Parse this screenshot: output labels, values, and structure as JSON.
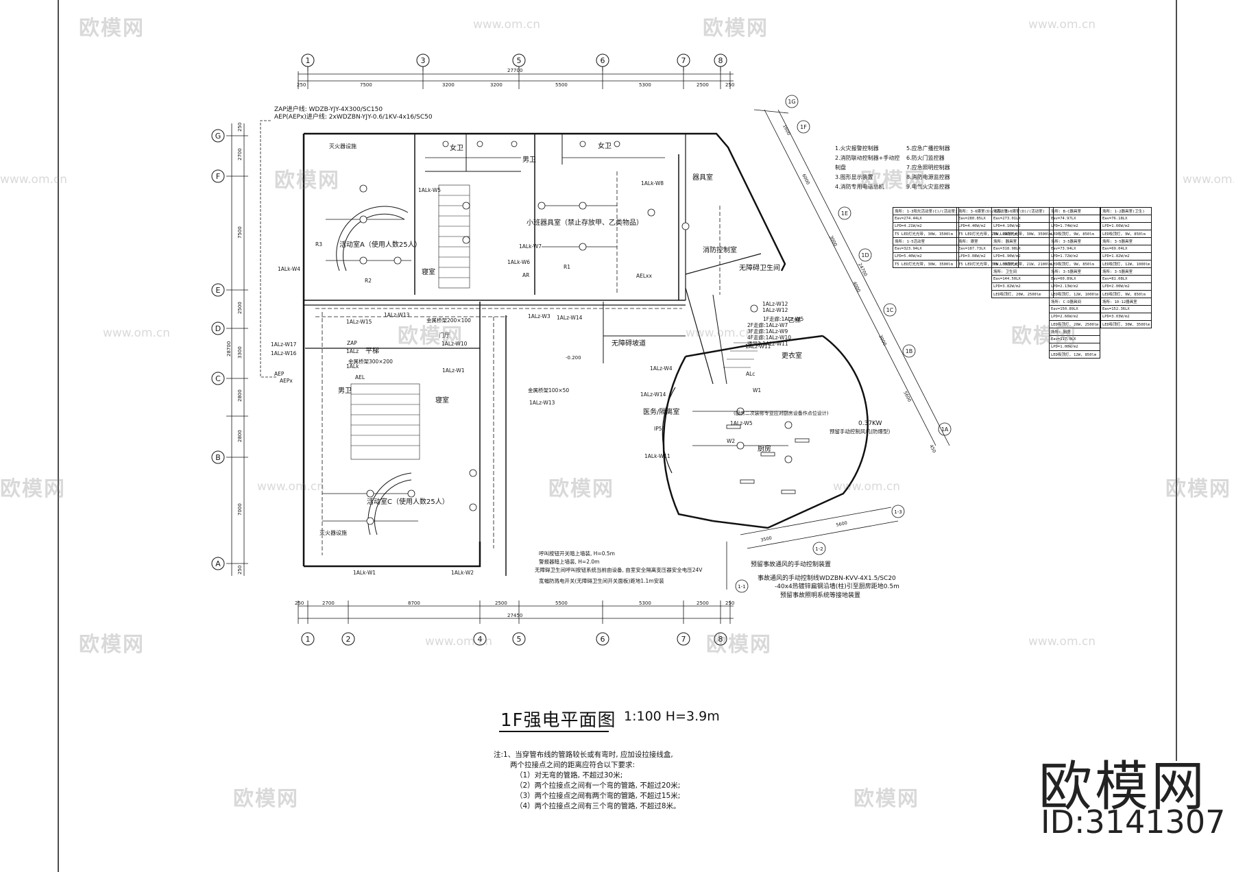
{
  "drawing": {
    "title": "1F强电平面图",
    "scale": "1:100 H=3.9m",
    "feed_lines": [
      "ZAP进户线: WDZB-YJY-4X300/SC150",
      "AEP(AEPx)进户线: 2xWDZBN-YJY-0.6/1KV-4x16/SC50"
    ],
    "top_axes": [
      "1",
      "3",
      "5",
      "6",
      "7",
      "8"
    ],
    "bottom_axes": [
      "1",
      "2",
      "4",
      "5",
      "6",
      "7",
      "8"
    ],
    "left_axes": [
      "G",
      "F",
      "E",
      "D",
      "C",
      "B",
      "A"
    ],
    "diag_axes": [
      "1G",
      "1F",
      "1E",
      "1D",
      "1C",
      "1B",
      "1A"
    ],
    "arc_axes": [
      "1-1",
      "1-2",
      "1-3"
    ],
    "top_dims": [
      "250",
      "7500",
      "3200",
      "3200",
      "5500",
      "5300",
      "2500",
      "250"
    ],
    "top_total": "27700",
    "bottom_dims": [
      "250",
      "2700",
      "8700",
      "2500",
      "5500",
      "5300",
      "2500",
      "250"
    ],
    "bottom_total": "27450",
    "left_dims": [
      "250",
      "2700",
      "7500",
      "2500",
      "3300",
      "2800",
      "2800",
      "7000",
      "250"
    ],
    "left_total": "28700",
    "rooms": {
      "activity_a": "活动室A（使用人数25人）",
      "activity_c": "活动室C（使用人数25人）",
      "bedroom_1": "寝室",
      "bedroom_2": "寝室",
      "women_wc": "女卫",
      "men_wc": "男卫",
      "women_wc_2": "女卫",
      "men_wc_2": "男卫",
      "equipment": "器具室",
      "small_class": "小班器具室（禁止存放甲、乙类物品）",
      "fire_control": "消防控制室",
      "accessible_wc": "无障碍卫生间",
      "kitchen": "厨房",
      "changing": "更衣室",
      "isolation": "医务/隔离室",
      "ramp": "无障碍坡道",
      "elevator": "平梯",
      "fire_extinguisher_1": "灭火器设施",
      "fire_extinguisher_2": "灭火器设施",
      "level": "-0.200",
      "corridor_sign": "门厅",
      "stair_b": "乙梯"
    },
    "circuits": [
      "1ALk-W5",
      "1ALk-W6",
      "1ALk-W7",
      "1ALk-W8",
      "1ALk-W4",
      "1ALk-W1",
      "1ALk-W2",
      "1ALk-W11",
      "1ALz-W13",
      "1ALz-W15",
      "1ALz-W17",
      "1ALz-W16",
      "1ALz-W3",
      "1ALz-W14",
      "1ALz-W10",
      "1ALz-W1",
      "1ALz-W12",
      "1ALz-W4",
      "1ALz-W5",
      "1ALz-W13",
      "1ALz-W11",
      "1ALz-W14"
    ],
    "tray_labels": [
      "金属桥架200×100",
      "金属桥架300×200",
      "金属桥架100×50"
    ],
    "panel_labels": [
      "ZAP",
      "1ALz",
      "1ALk",
      "AEP",
      "AEPx",
      "AEL",
      "AELxx",
      "ALc",
      "R1",
      "R2",
      "R3",
      "AR",
      "IP55",
      "W1",
      "W2"
    ],
    "right_block": [
      "1ALz-W12",
      "1F走廊:1ALz-W5",
      "2F走廊:1ALz-W7",
      "3F走廊:1ALz-W9",
      "4F走廊:1ALz-W10",
      "通风2:1ALz-W11"
    ],
    "fan_power": "0.37KW",
    "fan_note": "预留手动控制风机(防爆型)",
    "emergency_lines": [
      "预留事故通风的手动控制装置",
      "事故通风的手动控制线WDZBN-KVV-4X1.5/SC20",
      "-40x4热镀锌扁钢沿墙(柱)引至厨房距地0.5m",
      "预留事故照明系统等接地装置"
    ],
    "kitchen_note": "(厨房二次装修专业应对厨房设备作点位设计)",
    "diag_dims": [
      "1600",
      "6000",
      "3000",
      "4000",
      "3000",
      "5600",
      "450"
    ],
    "diag_total": "24700",
    "arc_dims": [
      "3500",
      "5600"
    ],
    "install_notes": [
      "呼叫按钮开关暗上墙装, H=0.5m",
      "警报器暗上墙装, H=2.0m",
      "无障碍卫生间呼叫按钮系统当前由设备, 由室安全隔离变压器安全电压24V",
      "宽幅防溅电开关(无障碍卫生间开关面板)距地1.1m安装"
    ]
  },
  "legend": [
    "1.火灾报警控制器",
    "2.消防联动控制器+手动控制盘",
    "3.图形显示装置",
    "4.消防专用电话总机",
    "5.应急广播控制器",
    "6.防火门监控器",
    "7.应急照明控制器",
    "8.消防电源监控器",
    "9.电气火灾监控器"
  ],
  "lux_tables": [
    [
      "场所: 1-3阳光活动室(C)/(活动室)",
      "Eav=274.44LX",
      "LPD=4.21W/m2",
      "T5 LED灯光光带, 30W, 3500lm",
      "场所: 1-5活动室",
      "Eav=323.94LX",
      "LPD=5.40W/m2",
      "T5 LED灯光光带, 30W, 3500lm"
    ],
    [
      "场所: 3-6寝室(D)/(活动室)",
      "Eav=280.85LX",
      "LPD=4.40W/m2",
      "T5 LED灯光光带, 28W, 2800lm",
      "场所: 寝室",
      "Eav=187.73LX",
      "LPD=3.08W/m2",
      "T5 LED灯光光带, 30W, 3500lm"
    ],
    [
      "场所: 3-6寝室(D)/(活动室)",
      "Eav=273.01LX",
      "LPD=4.10W/m2",
      "T5 LED灯光光带, 30W, 3500lm",
      "场所: 器具室",
      "Eav=318.98LX",
      "LPD=6.90W/m2",
      "T5 LED灯光光带, 21W, 2100lm",
      "场所: 卫生间",
      "Eav=144.50LX",
      "LPD=3.82W/m2",
      "LED吸顶灯, 20W, 2500lm"
    ],
    [
      "场所: B-C器具室",
      "Eav=74.97LX",
      "LPD=1.74W/m2",
      "LED吸顶灯, 9W, 850lm",
      "场所: 3-5器具室",
      "Eav=73.94LX",
      "LPD=1.72W/m2",
      "LED吸顶灯, 9W, 850lm",
      "场所: 3-5器具室",
      "Eav=60.89LX",
      "LPD=2.13W/m2",
      "LED吸顶灯, 12W, 1000lm",
      "场所: C-D器具间",
      "Eav=150.89LX",
      "LPD=2.66W/m2",
      "LED吸顶灯, 20W, 2500lm",
      "场所: 厨房",
      "Eav=117.0LX",
      "LPD=1.00W/m2",
      "LED吸顶灯, 12W, 850lm"
    ],
    [
      "场所: 1-2器具室(卫生)",
      "Eav=76.18LX",
      "LPD=1.66W/m2",
      "LED吸顶灯, 9W, 850lm",
      "场所: 3-5器具室",
      "Eav=69.04LX",
      "LPD=1.82W/m2",
      "LED吸顶灯, 12W, 1000lm",
      "场所: 3-5器具室",
      "Eav=81.08LX",
      "LPD=2.00W/m2",
      "LED吸顶灯, 9W, 850lm",
      "场所: 10-12器具室",
      "Eav=152.36LX",
      "LPD=3.03W/m2",
      "LED吸顶灯, 30W, 3500lm"
    ]
  ],
  "notes_title": "注:1、当穿管布线的管路较长或有弯时, 应加设拉接线盒,",
  "notes": [
    "两个拉接点之间的距离应符合以下要求:",
    "（1）对无弯的管路, 不超过30米;",
    "（2）两个拉接点之间有一个弯的管路, 不超过20米;",
    "（3）两个拉接点之间有两个弯的管路, 不超过15米;",
    "（4）两个拉接点之间有三个弯的管路, 不超过8米。"
  ],
  "watermark": {
    "brand": "欧模网",
    "url": "www.om.cn",
    "id": "ID:3141307"
  }
}
